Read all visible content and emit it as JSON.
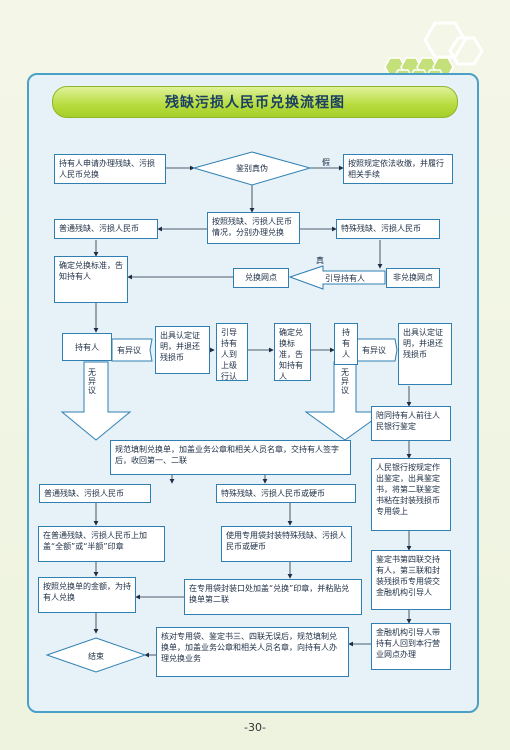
{
  "title": "残缺污损人民币兑换流程图",
  "page_number": "-30-",
  "nodes": {
    "apply": "持有人申请办理残缺、污损人民币兑换",
    "verify": "鉴别真伪",
    "counterfeit": "按照规定依法收缴，并履行相关手续",
    "classify": "按照残缺、污损人民币情况，分别办理兑换",
    "normal_top": "普通残缺、污损人民币",
    "special_top": "特殊残缺、污损人民币",
    "confirm_std": "确定兑换标准，告知持有人",
    "exchange_point": "兑换网点",
    "non_exchange_point": "非兑换网点",
    "holder_left": "持有人",
    "issue_cert_left": "出具认定证明，并退还残损币",
    "guide_holder": "引导持有人到上级行认定",
    "confirm_std_2": "确定兑换标准，告知持有人",
    "holder_right": "持有人",
    "issue_cert_right": "出具认定证明，并退还残损币",
    "accompany": "陪同持有人前往人民银行鉴定",
    "fill_form": "规范填制兑换单，加盖业务公章和相关人员名章，交持有人签字后，收回第一、二联",
    "normal_mid": "普通残缺、污损人民币",
    "special_mid": "特殊残缺、污损人民币或硬币",
    "pbc_identify": "人民银行按规定作出鉴定，出具鉴定书，将第二联鉴定书粘在封装残损币专用袋上",
    "stamp_full_half": "在普通残缺、污损人民币上加盖“全额”或“半额”印章",
    "seal_special": "使用专用袋封装特殊残缺、污损人民币或硬币",
    "deliver_cert": "鉴定书第四联交持有人，第三联和封装残损币专用袋交金融机构引导人",
    "pay_amount": "按照兑换单的金额，为持有人兑换",
    "stamp_bag": "在专用袋封装口处加盖“兑换”印章，并粘贴兑换单第二联",
    "end": "结束",
    "final_check": "核对专用袋、鉴定书三、四联无误后，规范填制兑换单，加盖业务公章和相关人员名章，向持有人办理兑换业务",
    "bring_back": "金融机构引导人带持有人回到本行营业网点办理"
  },
  "labels": {
    "fake": "假",
    "real": "真",
    "guide": "引导持有人",
    "objection_left": "有异议",
    "no_objection_left": "无异议",
    "objection_right": "有异议",
    "no_objection_right": "无异议"
  }
}
